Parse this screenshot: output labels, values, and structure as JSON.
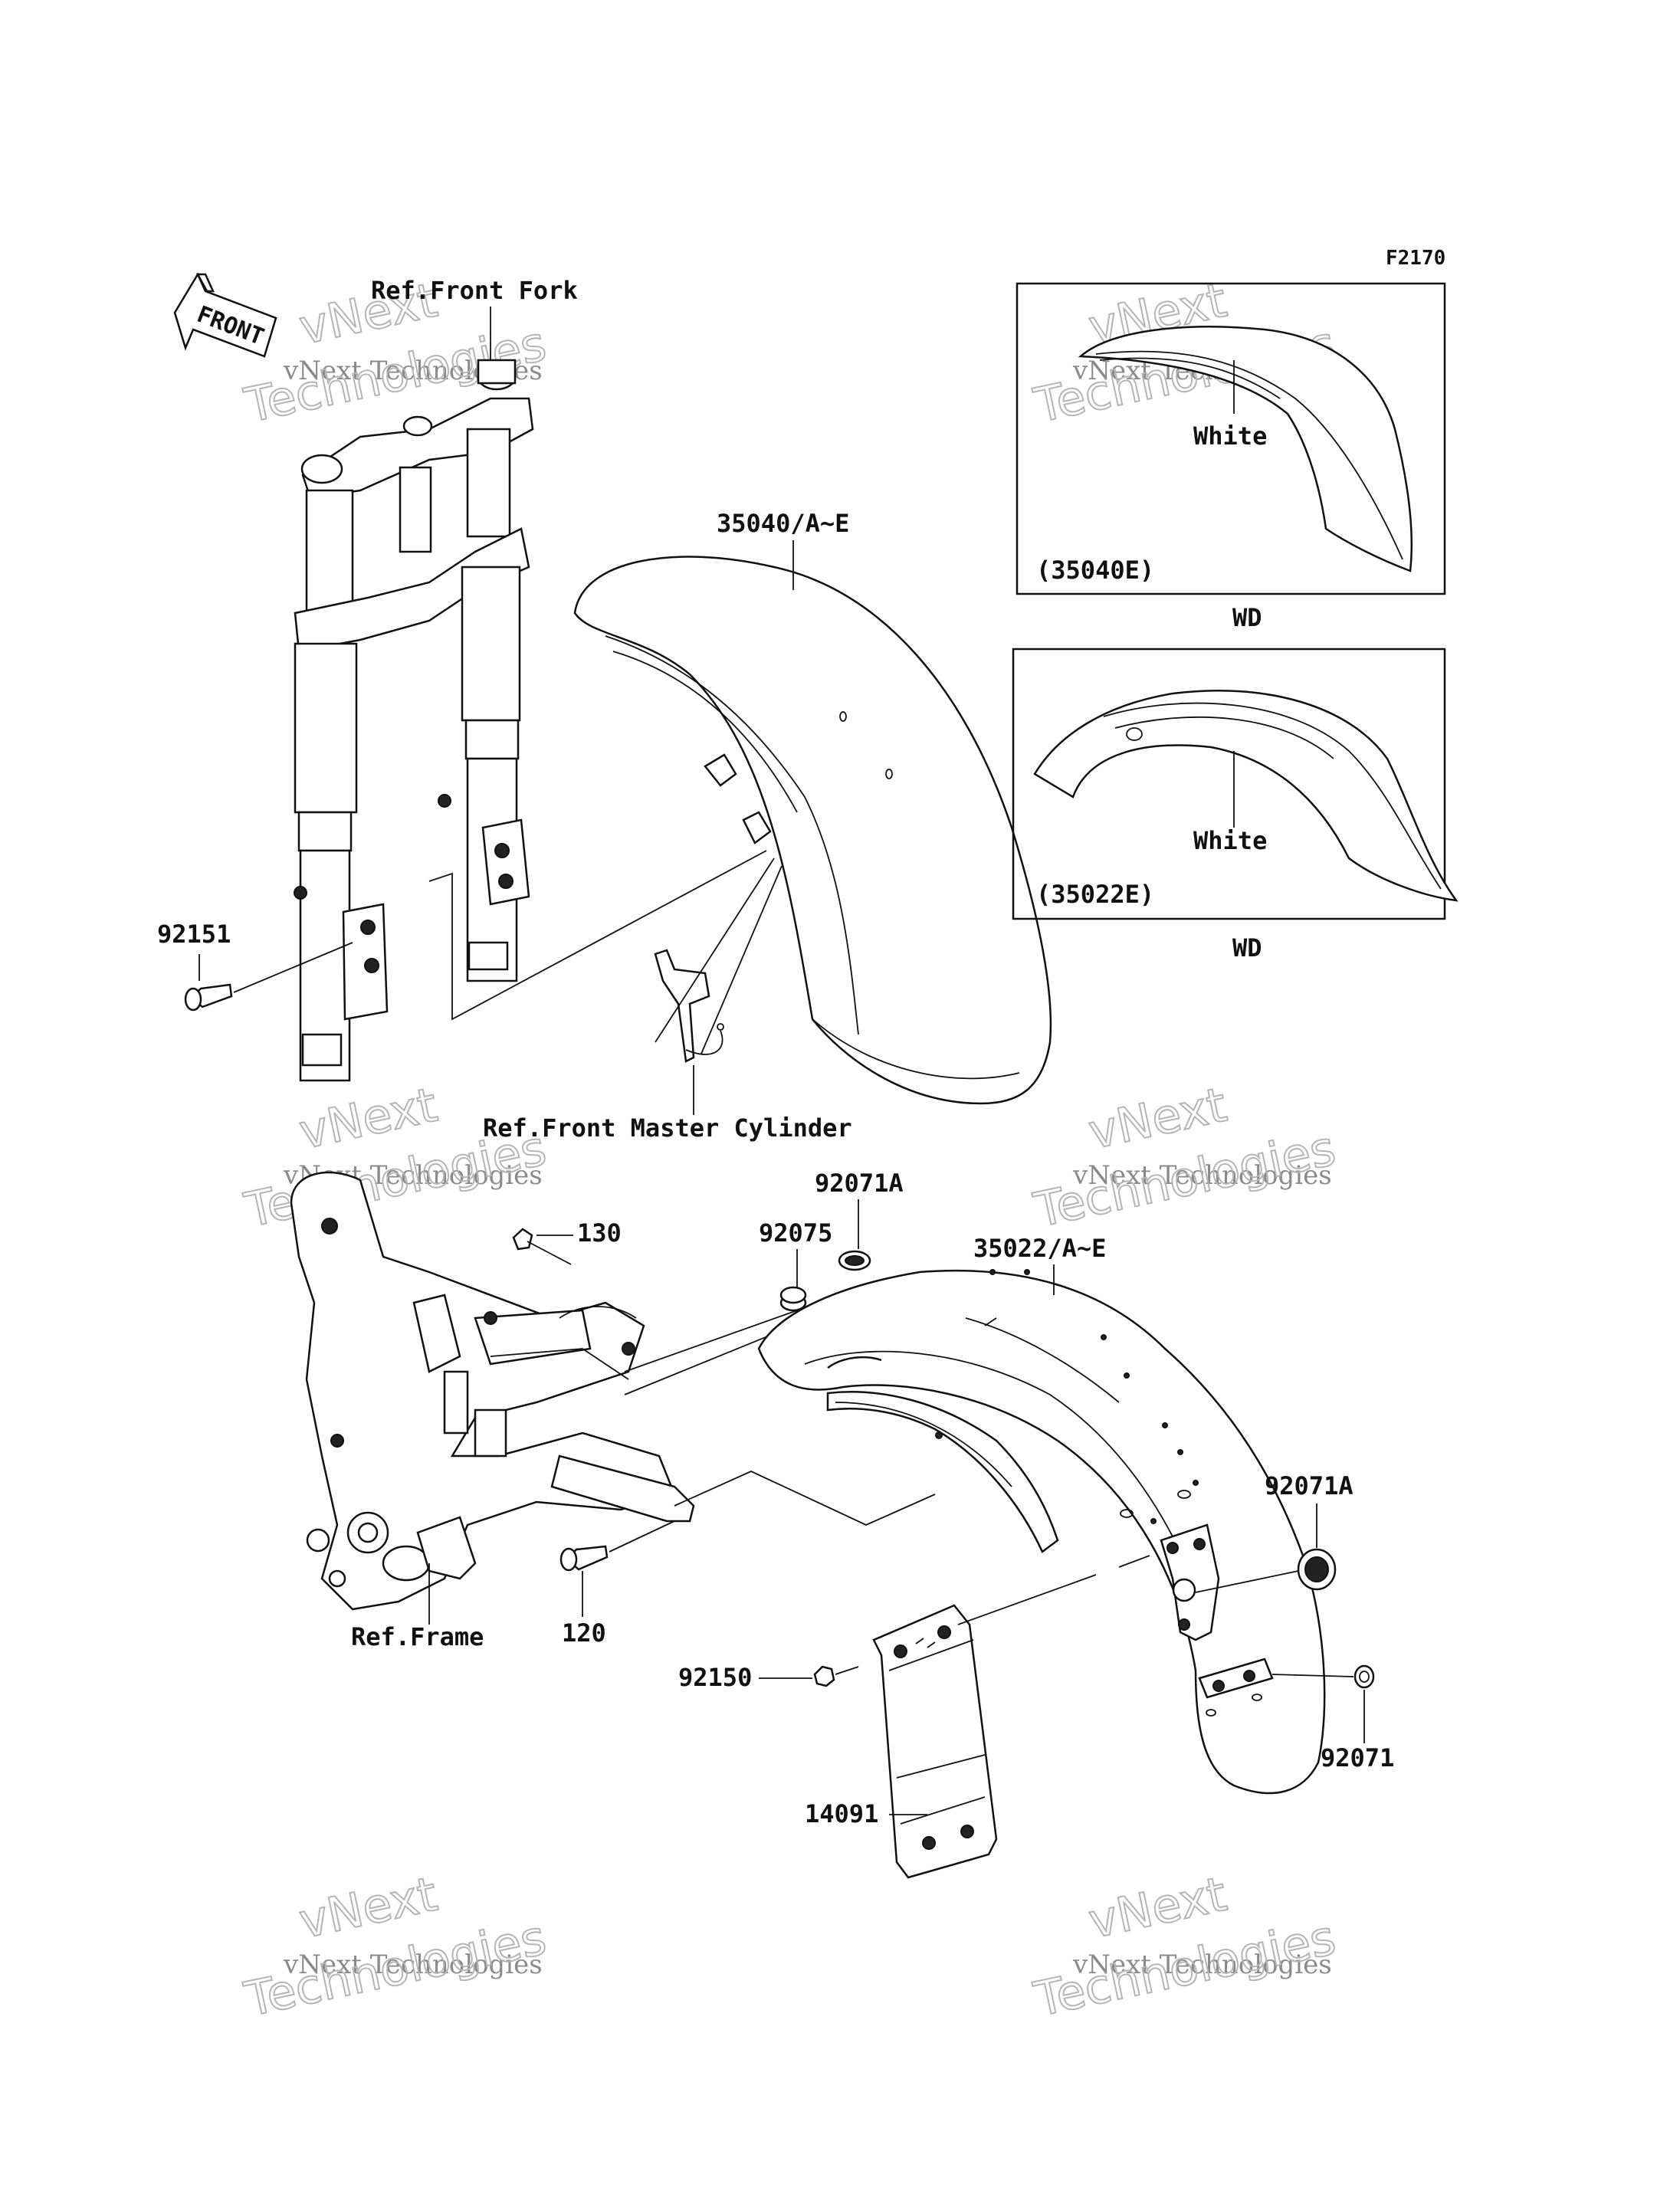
{
  "figure_code": "F2170",
  "arrow_label": "FRONT",
  "labels": {
    "ref_front_fork": "Ref.Front Fork",
    "front_fender": "35040/A~E",
    "bolt_92151": "92151",
    "ref_front_master_cylinder": "Ref.Front Master Cylinder",
    "grommet_92071a_top": "92071A",
    "clamp_92075": "92075",
    "rear_fender": "35022/A~E",
    "bolt_130": "130",
    "bolt_120": "120",
    "ref_frame": "Ref.Frame",
    "grommet_92071a_right": "92071A",
    "nut_92150": "92150",
    "bracket_14091": "14091",
    "collar_92071": "92071"
  },
  "insets": [
    {
      "part_code": "(35040E)",
      "stripe_color_label": "White",
      "region_label": "WD"
    },
    {
      "part_code": "(35022E)",
      "stripe_color_label": "White",
      "region_label": "WD"
    }
  ],
  "watermark": {
    "line1": "vNext Technologies",
    "line2": "vNext",
    "line3": "Technologies"
  },
  "colors": {
    "line": "#111111",
    "background": "#ffffff",
    "watermark": "#9a9a9a"
  }
}
